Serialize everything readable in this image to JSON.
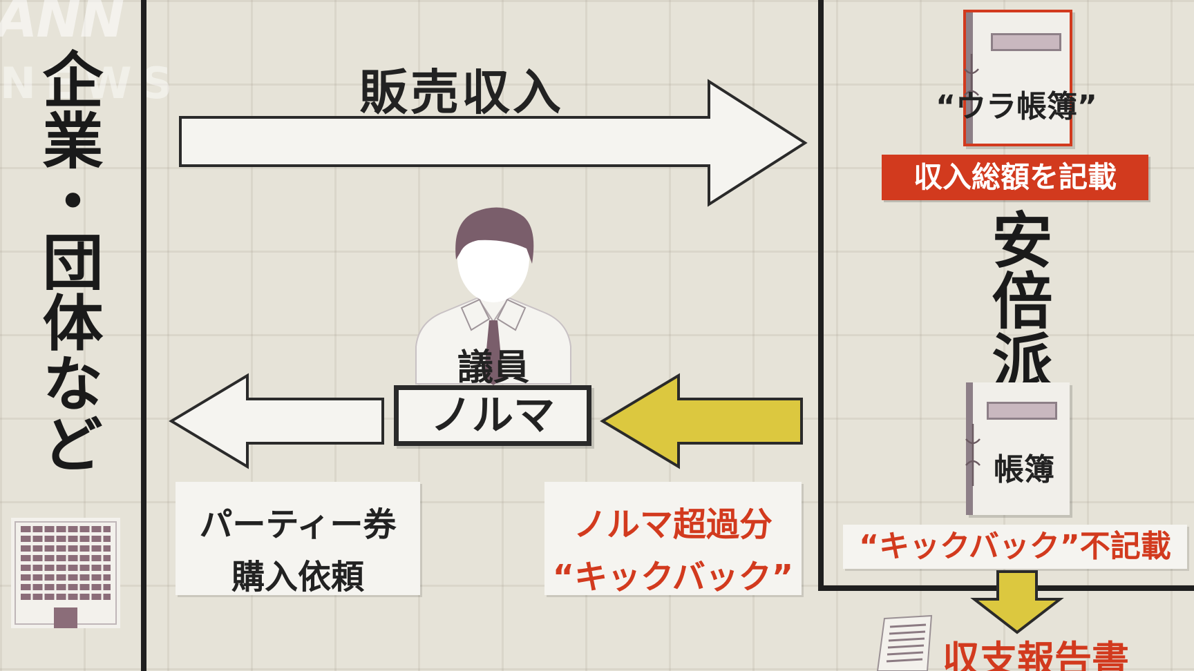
{
  "watermark": {
    "logo": "ANN",
    "sub": "NEWS"
  },
  "left_entity": {
    "label": "企業・団体など"
  },
  "arrows": {
    "top": {
      "label": "販売収入"
    },
    "left_white": {},
    "kickback_yellow": {},
    "down_yellow": {}
  },
  "politician": {
    "role": "議員",
    "quota": "ノルマ"
  },
  "cards": {
    "party_ticket": {
      "line1": "パーティー券",
      "line2": "購入依頼"
    },
    "kickback": {
      "line1": "ノルマ超過分",
      "line2": "“キックバック”"
    },
    "not_recorded": {
      "text": "“キックバック”不記載"
    },
    "report": {
      "text": "収支報告書"
    }
  },
  "faction": {
    "name": "安倍派",
    "secret_ledger": {
      "label": "“ウラ帳簿”",
      "badge": "収入総額を記載"
    },
    "ledger": {
      "label": "帳簿"
    }
  },
  "colors": {
    "background": "#e6e3d8",
    "outline": "#1f1f1f",
    "accent_red": "#d23a1e",
    "arrow_yellow": "#dcc83f",
    "silhouette": "#7a5e6b"
  }
}
